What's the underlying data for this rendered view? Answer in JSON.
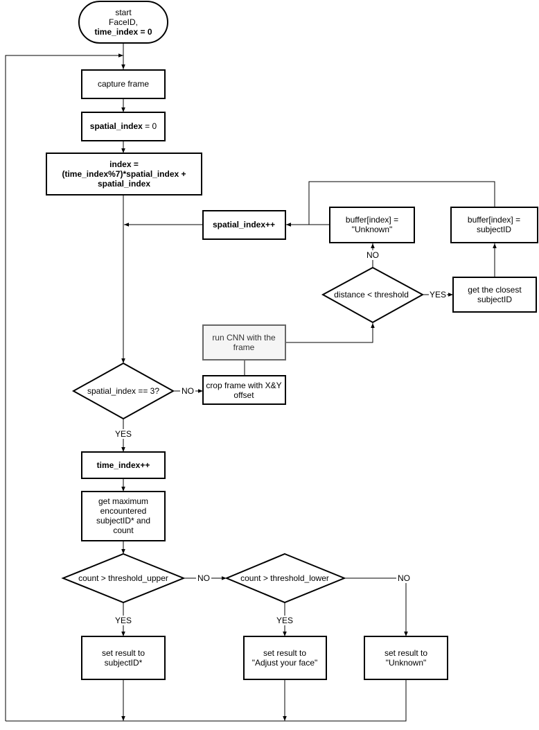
{
  "nodes": {
    "start": {
      "lines": [
        {
          "t": "start"
        },
        {
          "t": "FaceID,"
        },
        {
          "t": "time_index = 0",
          "b": true
        }
      ]
    },
    "capture": {
      "lines": [
        {
          "t": "capture frame"
        }
      ]
    },
    "spatial_init": {
      "lines": [
        {
          "spans": [
            {
              "t": "spatial_index",
              "b": true
            },
            {
              "t": " = 0"
            }
          ]
        }
      ]
    },
    "index_calc": {
      "lines": [
        {
          "t": "index =",
          "b": true
        },
        {
          "t": "(time_index%7)*spatial_index +",
          "b": true
        },
        {
          "t": "spatial_index",
          "b": true
        }
      ]
    },
    "spatial_inc": {
      "lines": [
        {
          "t": "spatial_index++",
          "b": true
        }
      ]
    },
    "buf_unknown": {
      "lines": [
        {
          "t": "buffer[index] ="
        },
        {
          "t": "\"Unknown\""
        }
      ]
    },
    "buf_subject": {
      "lines": [
        {
          "t": "buffer[index] ="
        },
        {
          "t": "subjectID"
        }
      ]
    },
    "distance": {
      "lines": [
        {
          "t": "distance < threshold"
        }
      ]
    },
    "closest": {
      "lines": [
        {
          "t": "get the closest"
        },
        {
          "t": "subjectID"
        }
      ]
    },
    "cnn": {
      "lines": [
        {
          "t": "run CNN with the"
        },
        {
          "t": "frame"
        }
      ]
    },
    "spatial_check": {
      "lines": [
        {
          "t": "spatial_index == 3?"
        }
      ]
    },
    "crop": {
      "lines": [
        {
          "t": "crop frame with X&Y"
        },
        {
          "t": "offset"
        }
      ]
    },
    "time_inc": {
      "lines": [
        {
          "t": "time_index++",
          "b": true
        }
      ]
    },
    "max_enc": {
      "lines": [
        {
          "t": "get maximum"
        },
        {
          "t": "encountered"
        },
        {
          "t": "subjectID* and"
        },
        {
          "t": "count"
        }
      ]
    },
    "upper": {
      "lines": [
        {
          "t": "count > threshold_upper"
        }
      ]
    },
    "lower": {
      "lines": [
        {
          "t": "count > threshold_lower"
        }
      ]
    },
    "res_subject": {
      "lines": [
        {
          "t": "set result to"
        },
        {
          "t": "subjectID*"
        }
      ]
    },
    "res_adjust": {
      "lines": [
        {
          "t": "set result to"
        },
        {
          "t": "\"Adjust your face\""
        }
      ]
    },
    "res_unknown": {
      "lines": [
        {
          "t": "set result to"
        },
        {
          "t": "\"Unknown\""
        }
      ]
    }
  },
  "edge_labels": {
    "distance_no": "NO",
    "distance_yes": "YES",
    "spatial_no": "NO",
    "spatial_yes": "YES",
    "upper_no": "NO",
    "upper_yes": "YES",
    "lower_no": "NO",
    "lower_yes": "YES"
  }
}
